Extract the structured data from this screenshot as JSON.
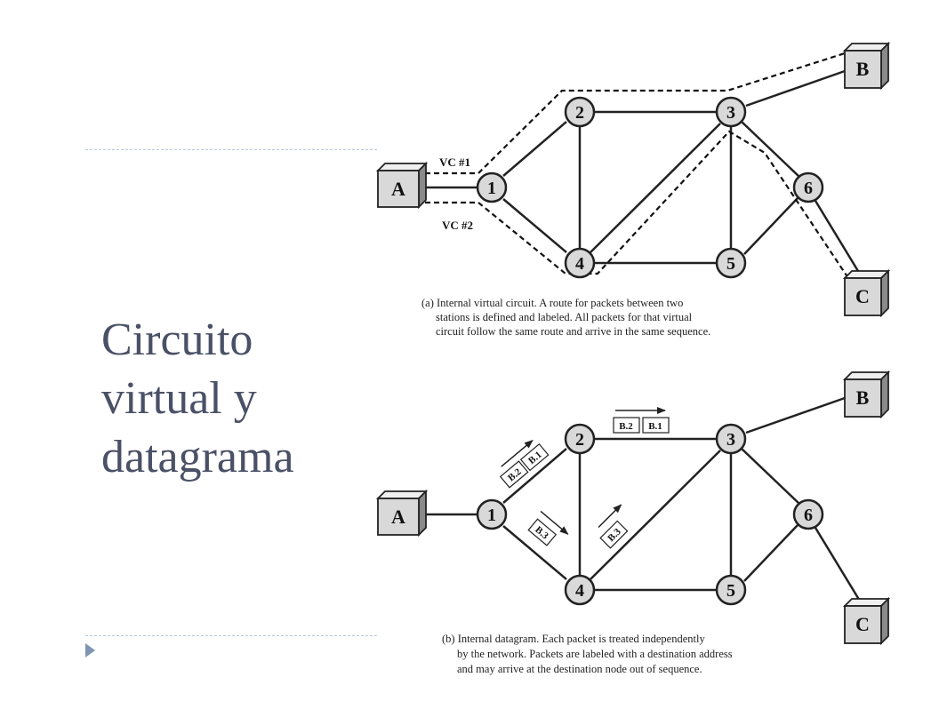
{
  "slide": {
    "title_lines": [
      "Circuito",
      "virtual y",
      "datagrama"
    ]
  },
  "diagram_a": {
    "nodes": [
      "1",
      "2",
      "3",
      "4",
      "5",
      "6"
    ],
    "hosts": [
      "A",
      "B",
      "C"
    ],
    "vc_labels": [
      "VC #1",
      "VC #2"
    ],
    "caption_lines": [
      "(a) Internal virtual circuit. A route for packets between two",
      "stations is defined and labeled. All packets for that virtual",
      "circuit follow the same route and arrive in the same sequence."
    ]
  },
  "diagram_b": {
    "nodes": [
      "1",
      "2",
      "3",
      "4",
      "5",
      "6"
    ],
    "hosts": [
      "A",
      "B",
      "C"
    ],
    "packets": [
      "B.2",
      "B.1",
      "B.2",
      "B.1",
      "B.3",
      "B.3"
    ],
    "caption_lines": [
      "(b) Internal datagram. Each packet is treated independently",
      "by the network. Packets are labeled with a destination address",
      "and may arrive at the destination node out of sequence."
    ]
  },
  "colors": {
    "title": "#4a5066",
    "rule": "#b9c6d6",
    "bullet": "#7f95b2",
    "node_fill": "#d9d9d9"
  }
}
